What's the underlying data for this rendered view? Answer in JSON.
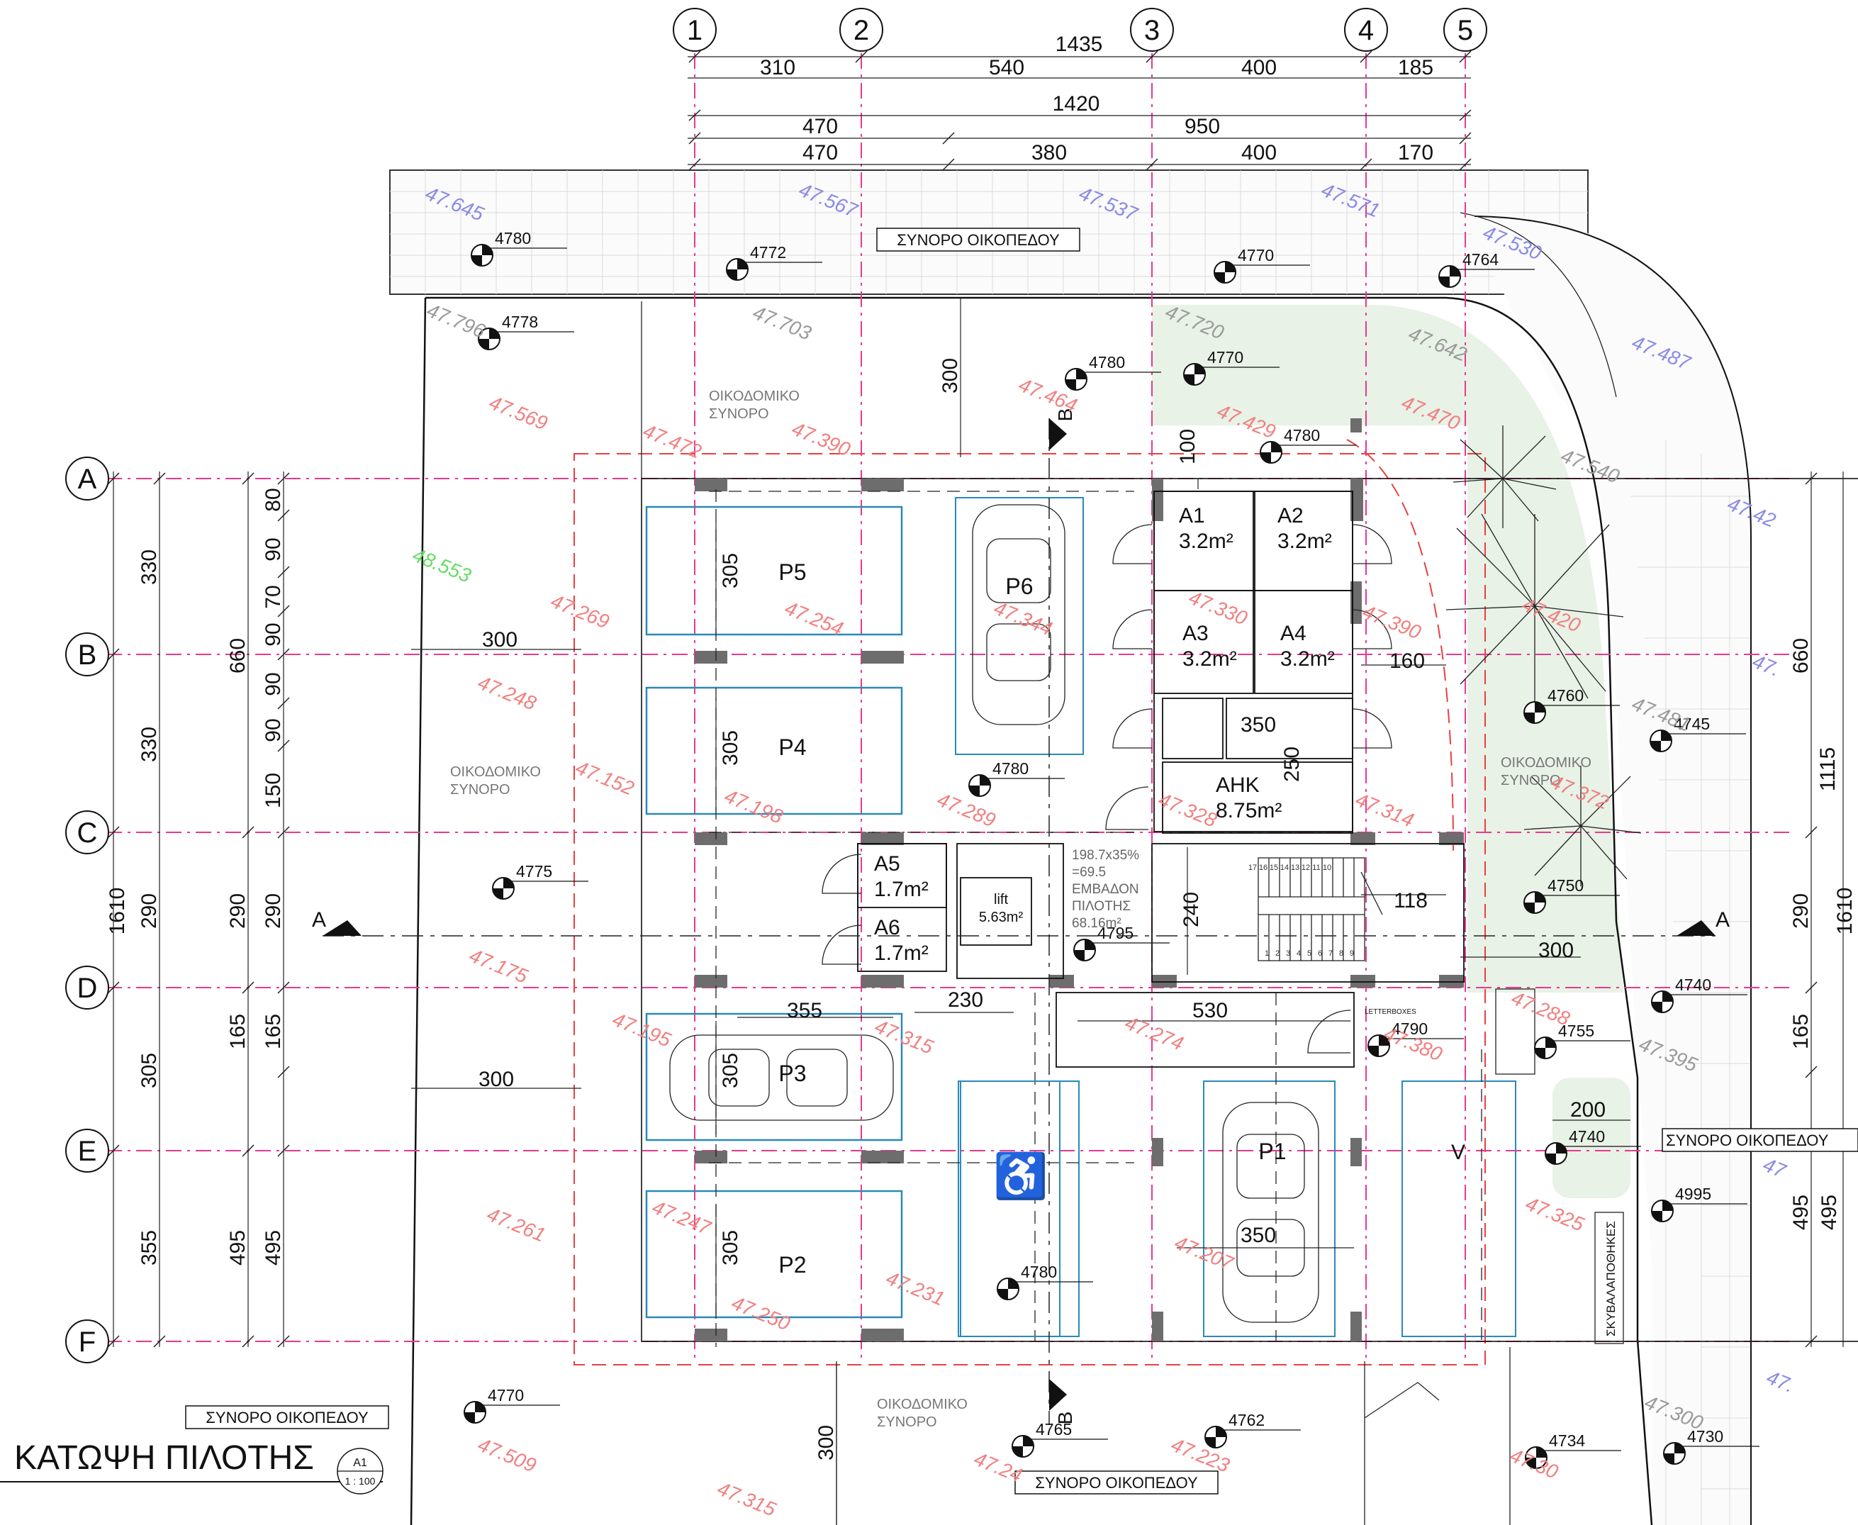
{
  "title": "ΚΑΤΩΨΗ ΠΙΛΟΤΗΣ",
  "sheet_ref": {
    "top": "A1",
    "bottom": "1 : 100"
  },
  "grid_columns": [
    "1",
    "2",
    "3",
    "4",
    "5"
  ],
  "grid_rows": [
    "A",
    "B",
    "C",
    "D",
    "E",
    "F"
  ],
  "top_dimensions": {
    "overall_1": "1435",
    "row_a": [
      "310",
      "540",
      "400",
      "185"
    ],
    "overall_2": "1420",
    "row_b": [
      "470",
      "950"
    ],
    "row_c": [
      "470",
      "380",
      "400",
      "170"
    ]
  },
  "left_dimensions": {
    "overall": "1610",
    "middle": [
      "660"
    ],
    "outer": [
      "330",
      "330",
      "290",
      "305",
      "355"
    ],
    "inner_a": [
      "290",
      "165",
      "495"
    ],
    "inner_b": [
      "80",
      "90",
      "70",
      "90",
      "90",
      "90",
      "150",
      "290",
      "165",
      "495"
    ]
  },
  "right_dimensions": {
    "overall": "1610",
    "second": "1115",
    "outer": [
      "660",
      "290",
      "165",
      "495"
    ],
    "inner": [
      "495"
    ]
  },
  "section_marks": {
    "a": "A",
    "b": "B"
  },
  "parking": [
    "P1",
    "P2",
    "P3",
    "P4",
    "P5",
    "P6"
  ],
  "storage": [
    {
      "name": "A1",
      "area": "3.2m²"
    },
    {
      "name": "A2",
      "area": "3.2m²"
    },
    {
      "name": "A3",
      "area": "3.2m²"
    },
    {
      "name": "A4",
      "area": "3.2m²"
    },
    {
      "name": "A5",
      "area": "1.7m²"
    },
    {
      "name": "A6",
      "area": "1.7m²"
    }
  ],
  "ahk": {
    "name": "ΑΗΚ",
    "area": "8.75m²"
  },
  "lift": {
    "label": "lift",
    "area": "5.63m²"
  },
  "pilotis_area": [
    "198.7x35%",
    "=69.5",
    "ΕΜΒΑΔΟΝ",
    "ΠΙΛΟΤΗΣ",
    "68.16m²"
  ],
  "stair_numbers": [
    "17",
    "16",
    "15",
    "14",
    "13",
    "12",
    "11",
    "10",
    "1",
    "2",
    "3",
    "4",
    "5",
    "6",
    "7",
    "8",
    "9"
  ],
  "boundary_labels": {
    "plot": "ΣΥΝΟΡΟ ΟΙΚΟΠΕΔΟΥ",
    "building_1": "ΟΙΚΟΔΟΜΙΚΟ",
    "building_2": "ΣΥΝΟΡΟ",
    "bins": "ΣΚΥΒΑΛΑΠΟΘΗΚΕΣ",
    "letterboxes": "LETTERBOXES",
    "v_mark": "V"
  },
  "interior_dimensions": [
    "300",
    "300",
    "300",
    "300",
    "100",
    "160",
    "350",
    "250",
    "118",
    "240",
    "300",
    "355",
    "230",
    "530",
    "200",
    "350",
    "305",
    "305",
    "305",
    "305"
  ],
  "spot_marks": [
    "4780",
    "4772",
    "4770",
    "4764",
    "4778",
    "4780",
    "4770",
    "4780",
    "4780",
    "4760",
    "4745",
    "4775",
    "4750",
    "4795",
    "4740",
    "4790",
    "4755",
    "4740",
    "4995",
    "4780",
    "4770",
    "4765",
    "4762",
    "4734",
    "4730"
  ],
  "elevations_red": [
    "47.569",
    "47.472",
    "47.390",
    "47.464",
    "47.429",
    "47.470",
    "47.269",
    "47.254",
    "47.344",
    "47.330",
    "47.390",
    "47.248",
    "47.152",
    "47.198",
    "47.289",
    "47.328",
    "47.314",
    "47.175",
    "47.195",
    "47.315",
    "47.274",
    "47.380",
    "47.288",
    "47.261",
    "47.247",
    "47.231",
    "47.250",
    "47.207",
    "47.325",
    "47.509",
    "47.315",
    "47.24",
    "47.223",
    "47.30",
    "47.420",
    "47.372"
  ],
  "elevations_blue": [
    "47.645",
    "47.567",
    "47.537",
    "47.571",
    "47.530",
    "47.487",
    "47.42",
    "47.",
    "47",
    "47."
  ],
  "elevations_gray": [
    "47.796",
    "47.703",
    "47.720",
    "47.642",
    "47.540",
    "47.481",
    "47.395",
    "47.300"
  ],
  "elevations_green": [
    "48.553"
  ]
}
